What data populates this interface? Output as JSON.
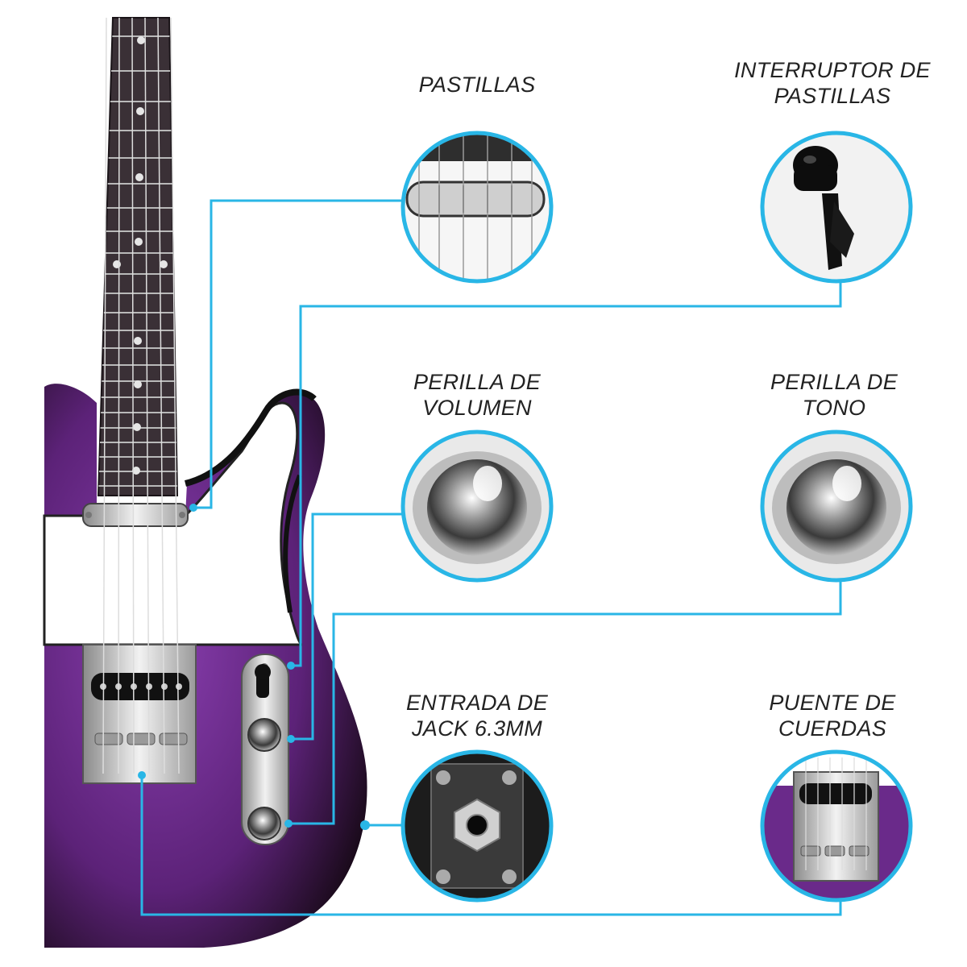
{
  "colors": {
    "accent": "#29b6e6",
    "body_purple": "#6a2a8a",
    "fretboard": "#3a3036",
    "chrome": "#c9c9c9"
  },
  "labels": {
    "pastillas": "PASTILLAS",
    "interruptor_1": "INTERRUPTOR DE",
    "interruptor_2": "PASTILLAS",
    "volumen_1": "PERILLA DE",
    "volumen_2": "VOLUMEN",
    "tono_1": "PERILLA DE",
    "tono_2": "TONO",
    "jack_1": "ENTRADA DE",
    "jack_2": "JACK 6.3MM",
    "puente_1": "PUENTE DE",
    "puente_2": "CUERDAS"
  },
  "callouts": [
    {
      "id": "pastillas",
      "icon": "pickup-icon"
    },
    {
      "id": "interruptor",
      "icon": "switch-tip-icon"
    },
    {
      "id": "volumen",
      "icon": "knob-icon"
    },
    {
      "id": "tono",
      "icon": "knob-icon"
    },
    {
      "id": "jack",
      "icon": "jack-icon"
    },
    {
      "id": "puente",
      "icon": "bridge-icon"
    }
  ]
}
